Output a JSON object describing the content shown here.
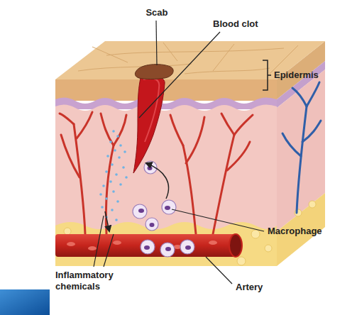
{
  "diagram": {
    "labels": [
      "Scab",
      "Blood clot",
      "Epidermis",
      "Macrophage",
      "Inflammatory chemicals",
      "Artery"
    ]
  }
}
